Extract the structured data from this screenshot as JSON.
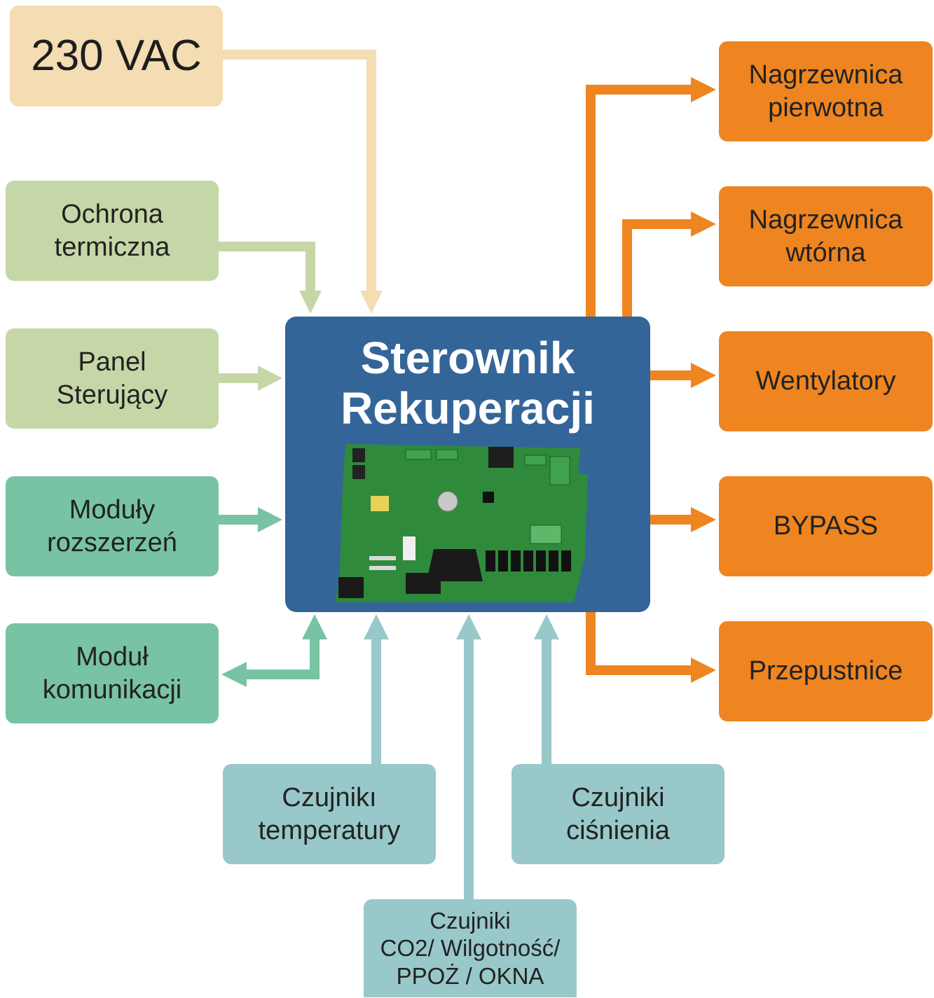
{
  "center": {
    "title_line1": "Sterownik",
    "title_line2": "Rekuperacji"
  },
  "inputs": {
    "power": "230 VAC",
    "thermal_protection": [
      "Ochrona",
      "termiczna"
    ],
    "control_panel": [
      "Panel",
      "Sterujący"
    ],
    "extension_modules": [
      "Moduły",
      "rozszerzeń"
    ],
    "communication_module": [
      "Moduł",
      "komunikacji"
    ]
  },
  "sensors": {
    "temperature": [
      "Czujnikı",
      "temperatury"
    ],
    "pressure": [
      "Czujniki",
      "ciśnienia"
    ],
    "co2": [
      "Czujniki",
      "CO2/ Wilgotność/",
      "PPOŻ / OKNA"
    ]
  },
  "outputs": {
    "primary_heater": [
      "Nagrzewnica",
      "pierwotna"
    ],
    "secondary_heater": [
      "Nagrzewnica",
      "wtórna"
    ],
    "fans": "Wentylatory",
    "bypass": "BYPASS",
    "dampers": "Przepustnice"
  },
  "colors": {
    "power": "#f4dcb3",
    "light_green": "#c5d7a6",
    "teal_green": "#78c3a3",
    "sensor_blue": "#98c8ca",
    "orange": "#ee8520",
    "controller_blue": "#336598",
    "pcb_green": "#2f8a3c"
  },
  "image": {
    "pcb": "controller-circuit-board-photo"
  }
}
